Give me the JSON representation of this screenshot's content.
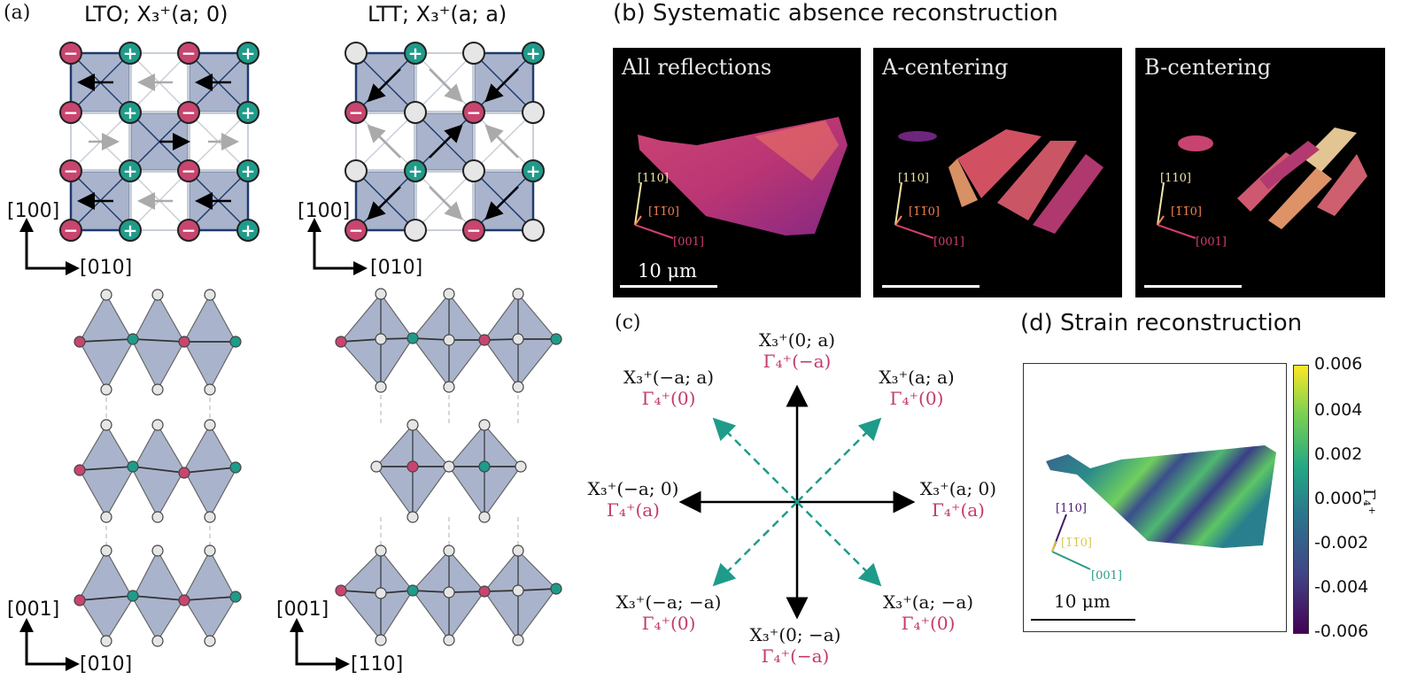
{
  "panel_a": {
    "label": "(a)",
    "lto_title": "LTO; X₃⁺(a; 0)",
    "ltt_title": "LTT; X₃⁺(a; a)",
    "lto_axes": {
      "up": "[100]",
      "right": "[010]"
    },
    "ltt_axes": {
      "up": "[100]",
      "right": "[010]"
    },
    "lto_side_axes": {
      "up": "[001]",
      "right": "[010]"
    },
    "ltt_side_axes": {
      "up": "[001]",
      "right": "[110]"
    },
    "plus": "+",
    "minus": "−"
  },
  "panel_b": {
    "title": "(b) Systematic absence reconstruction",
    "images": [
      {
        "label": "All reflections",
        "scale": "10 μm"
      },
      {
        "label": "A-centering"
      },
      {
        "label": "B-centering"
      }
    ],
    "axes": {
      "a": "[110]",
      "b": "[1̅1̅0]",
      "c": "[001]"
    }
  },
  "panel_c": {
    "label": "(c)",
    "points": [
      {
        "l1": "X₃⁺(0; a)",
        "l2": "Γ₄⁺(−a)"
      },
      {
        "l1": "X₃⁺(a; a)",
        "l2": "Γ₄⁺(0)"
      },
      {
        "l1": "X₃⁺(a; 0)",
        "l2": "Γ₄⁺(a)"
      },
      {
        "l1": "X₃⁺(a; −a)",
        "l2": "Γ₄⁺(0)"
      },
      {
        "l1": "X₃⁺(0; −a)",
        "l2": "Γ₄⁺(−a)"
      },
      {
        "l1": "X₃⁺(−a; −a)",
        "l2": "Γ₄⁺(0)"
      },
      {
        "l1": "X₃⁺(−a; 0)",
        "l2": "Γ₄⁺(a)"
      },
      {
        "l1": "X₃⁺(−a; a)",
        "l2": "Γ₄⁺(0)"
      }
    ]
  },
  "panel_d": {
    "title": "(d) Strain reconstruction",
    "scale": "10 μm",
    "axes": {
      "a": "[110]",
      "b": "[1̅1̅0]",
      "c": "[001]"
    },
    "colorbar": {
      "ticks": [
        "0.006",
        "0.004",
        "0.002",
        "0.000",
        "-0.002",
        "-0.004",
        "-0.006"
      ],
      "label": "Γ₄⁺"
    }
  },
  "colors": {
    "pink": "#c8456f",
    "teal": "#1f9b8a",
    "tile": "#a9b4cc",
    "edge": "#1f3a6e"
  }
}
